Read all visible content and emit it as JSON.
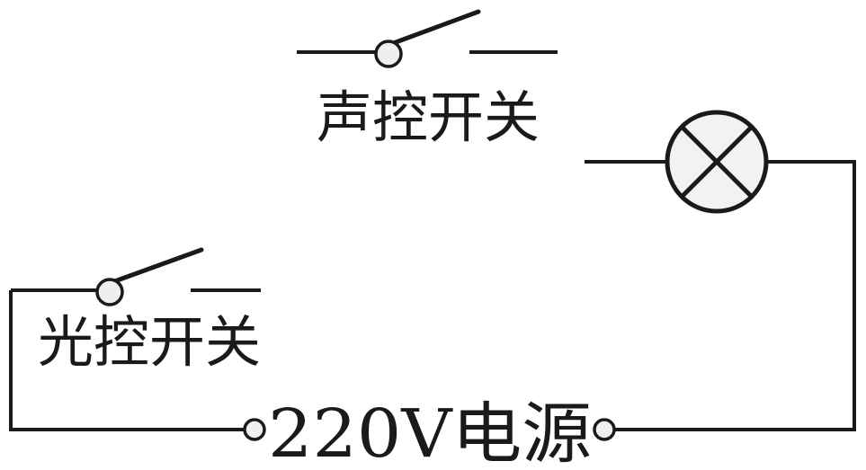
{
  "components": {
    "sound_switch": {
      "label": "声控开关"
    },
    "light_switch": {
      "label": "光控开关"
    },
    "power_supply": {
      "label": "220V电源"
    },
    "lamp": {
      "icon": "lamp-icon"
    }
  },
  "colors": {
    "stroke": "#1a1a1a",
    "fill": "#f2f2f2",
    "background": "#ffffff"
  }
}
